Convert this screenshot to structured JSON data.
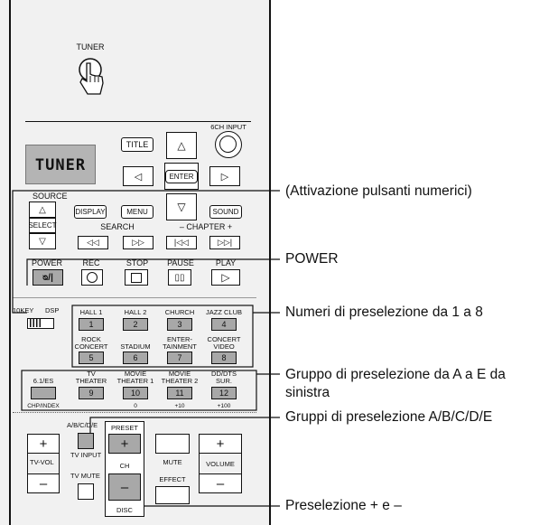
{
  "remote": {
    "tuner_label": "TUNER",
    "sixch_input": "6CH INPUT",
    "display_text": "TUNER",
    "title": "TITLE",
    "enter": "ENTER",
    "source": "SOURCE",
    "display_btn": "DISPLAY",
    "menu": "MENU",
    "sound": "SOUND",
    "select": "SELECT",
    "search": "SEARCH",
    "chapter": "– CHAPTER +",
    "power": "POWER",
    "rec": "REC",
    "stop": "STOP",
    "pause": "PAUSE",
    "play": "PLAY",
    "power_glyph": "ᴓ/|",
    "switch_left": "10KEY",
    "switch_right": "DSP",
    "preset_row1": [
      {
        "top": "HALL 1",
        "num": "1"
      },
      {
        "top": "HALL 2",
        "num": "2"
      },
      {
        "top": "CHURCH",
        "num": "3"
      },
      {
        "top": "JAZZ CLUB",
        "num": "4"
      }
    ],
    "preset_row2": [
      {
        "top1": "ROCK",
        "top2": "CONCERT",
        "num": "5"
      },
      {
        "top1": "",
        "top2": "STADIUM",
        "num": "6"
      },
      {
        "top1": "ENTER-",
        "top2": "TAINMENT",
        "num": "7"
      },
      {
        "top1": "CONCERT",
        "top2": "VIDEO",
        "num": "8"
      }
    ],
    "preset_row3": [
      {
        "top1": "",
        "top2": "6.1/ES",
        "num": "",
        "bottom": "CHP/INDEX"
      },
      {
        "top1": "TV",
        "top2": "THEATER",
        "num": "9",
        "bottom": ""
      },
      {
        "top1": "MOVIE",
        "top2": "THEATER 1",
        "num": "10",
        "bottom": "0"
      },
      {
        "top1": "MOVIE",
        "top2": "THEATER 2",
        "num": "11",
        "bottom": "+10"
      },
      {
        "top1": "DD/DTS",
        "top2": "SUR.",
        "num": "12",
        "bottom": "+100"
      }
    ],
    "abcde": "A/B/C/D/E",
    "preset": "PRESET",
    "tv_input": "TV INPUT",
    "tv_vol": "TV-VOL",
    "tv_mute": "TV MUTE",
    "ch": "CH",
    "disc": "DISC",
    "mute": "MUTE",
    "effect": "EFFECT",
    "volume": "VOLUME",
    "plus": "+",
    "minus": "–"
  },
  "callouts": {
    "numeric_activation": "(Attivazione pulsanti numerici)",
    "power": "POWER",
    "preset_numbers": "Numeri di preselezione da 1 a 8",
    "preset_group_line1": "Gruppo di preselezione da A a E da",
    "preset_group_line2": "sinistra",
    "preset_groups": "Gruppi di preselezione A/B/C/D/E",
    "preset_plus_minus": "Preselezione + e –"
  }
}
